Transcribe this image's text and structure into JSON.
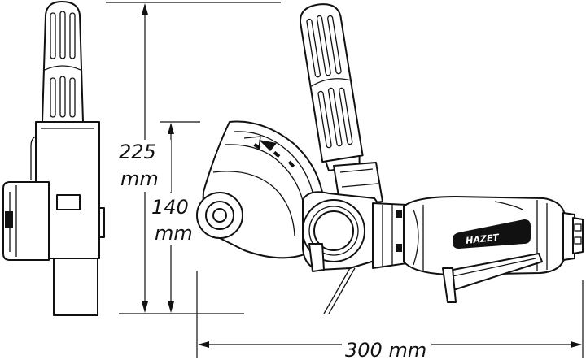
{
  "dimensions": {
    "height_total": {
      "value": "225",
      "unit": "mm"
    },
    "height_head": {
      "value": "140",
      "unit": "mm"
    },
    "length_total": {
      "value": "300 mm"
    }
  },
  "branding": {
    "logo_text": "HAZET"
  },
  "colors": {
    "line": "#111111",
    "background": "#ffffff"
  }
}
